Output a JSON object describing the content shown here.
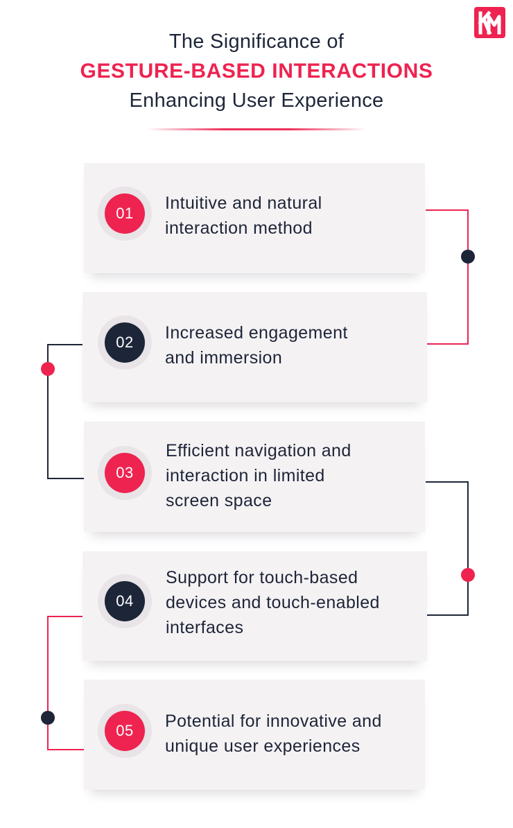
{
  "logo": {
    "icon": "km-logo-icon",
    "color": "#ee2350"
  },
  "title": {
    "line1": "The Significance of",
    "line2": "GESTURE-BASED INTERACTIONS",
    "line3": "Enhancing User Experience"
  },
  "colors": {
    "accent": "#ee2350",
    "dark": "#1d2538",
    "card_bg": "#f5f2f4"
  },
  "items": [
    {
      "number": "01",
      "line1": "Intuitive and natural",
      "line2": "interaction method",
      "line3": "",
      "badge_color": "red"
    },
    {
      "number": "02",
      "line1": "Increased engagement",
      "line2": "and immersion",
      "line3": "",
      "badge_color": "navy"
    },
    {
      "number": "03",
      "line1": "Efficient navigation and",
      "line2": "interaction in limited",
      "line3": "screen space",
      "badge_color": "red"
    },
    {
      "number": "04",
      "line1": "Support for touch-based",
      "line2": "devices and touch-enabled",
      "line3": "interfaces",
      "badge_color": "navy"
    },
    {
      "number": "05",
      "line1": "Potential for innovative and",
      "line2": "unique user experiences",
      "line3": "",
      "badge_color": "red"
    }
  ]
}
